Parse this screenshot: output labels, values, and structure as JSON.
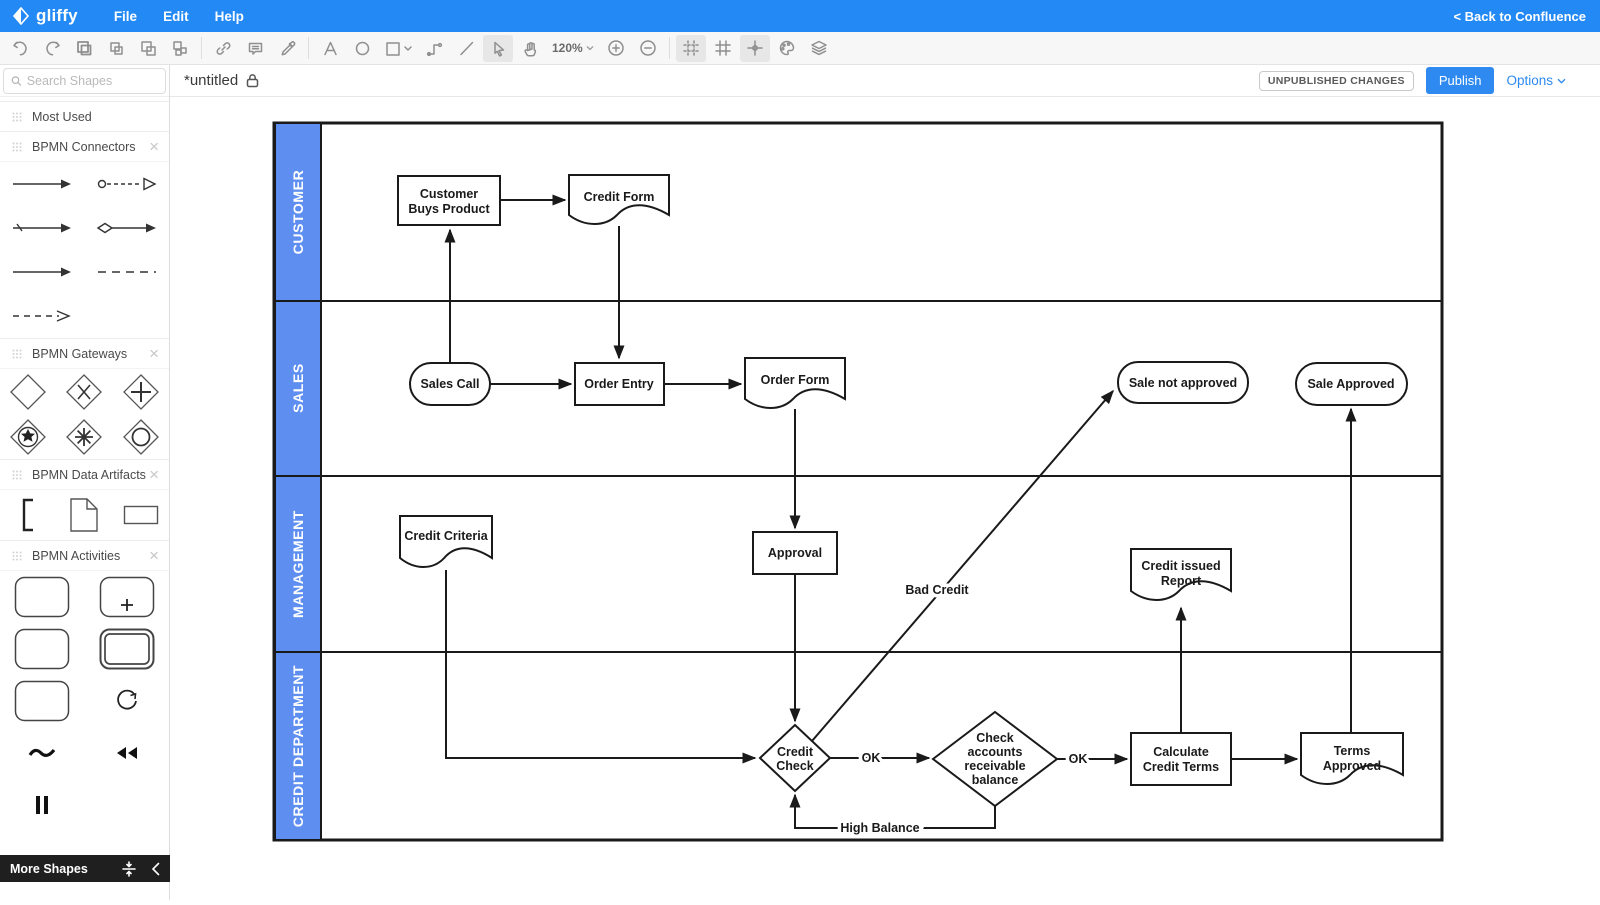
{
  "app": {
    "brand": "gliffy",
    "menus": {
      "file": "File",
      "edit": "Edit",
      "help": "Help"
    },
    "back_link": "< Back to Confluence"
  },
  "toolbar": {
    "zoom_level": "120%"
  },
  "title_bar": {
    "title": "*untitled",
    "status_badge": "UNPUBLISHED CHANGES",
    "publish_label": "Publish",
    "options_label": "Options"
  },
  "sidebar": {
    "search_placeholder": "Search Shapes",
    "sections": {
      "most_used": "Most Used",
      "connectors": "BPMN Connectors",
      "gateways": "BPMN Gateways",
      "artifacts": "BPMN Data Artifacts",
      "activities": "BPMN Activities"
    },
    "more_shapes": "More Shapes"
  },
  "colors": {
    "topbar_blue": "#2389f5",
    "accent_blue": "#2e8af0",
    "lane_header_blue": "#5d8ef0",
    "diagram_stroke": "#1a1a1a"
  },
  "diagram": {
    "lanes": [
      {
        "name": "CUSTOMER"
      },
      {
        "name": "SALES"
      },
      {
        "name": "MANAGEMENT"
      },
      {
        "name": "CREDIT DEPARTMENT"
      }
    ],
    "nodes": {
      "customer_buys_product": {
        "type": "process",
        "lane": "CUSTOMER",
        "lines": [
          "Customer",
          "Buys Product"
        ]
      },
      "credit_form": {
        "type": "document",
        "lane": "CUSTOMER",
        "lines": [
          "Credit Form"
        ]
      },
      "sales_call": {
        "type": "terminator",
        "lane": "SALES",
        "lines": [
          "Sales Call"
        ]
      },
      "order_entry": {
        "type": "process",
        "lane": "SALES",
        "lines": [
          "Order Entry"
        ]
      },
      "order_form": {
        "type": "document",
        "lane": "SALES",
        "lines": [
          "Order Form"
        ]
      },
      "sale_not_approved": {
        "type": "terminator",
        "lane": "SALES",
        "lines": [
          "Sale not approved"
        ]
      },
      "sale_approved": {
        "type": "terminator",
        "lane": "SALES",
        "lines": [
          "Sale Approved"
        ]
      },
      "credit_criteria": {
        "type": "document",
        "lane": "MANAGEMENT",
        "lines": [
          "Credit Criteria"
        ]
      },
      "approval": {
        "type": "process",
        "lane": "MANAGEMENT",
        "lines": [
          "Approval"
        ]
      },
      "credit_issued_report": {
        "type": "document",
        "lane": "MANAGEMENT",
        "lines": [
          "Credit issued",
          "Report"
        ]
      },
      "credit_check": {
        "type": "decision",
        "lane": "CREDIT DEPARTMENT",
        "lines": [
          "Credit",
          "Check"
        ]
      },
      "check_accounts": {
        "type": "decision",
        "lane": "CREDIT DEPARTMENT",
        "lines": [
          "Check",
          "accounts",
          "receivable",
          "balance"
        ]
      },
      "calculate_credit_terms": {
        "type": "process",
        "lane": "CREDIT DEPARTMENT",
        "lines": [
          "Calculate",
          "Credit Terms"
        ]
      },
      "terms_approved": {
        "type": "document",
        "lane": "CREDIT DEPARTMENT",
        "lines": [
          "Terms",
          "Approved"
        ]
      }
    },
    "edge_labels": {
      "ok1": "OK",
      "ok2": "OK",
      "bad_credit": "Bad Credit",
      "high_balance": "High Balance"
    },
    "edges": [
      {
        "from": "customer_buys_product",
        "to": "credit_form"
      },
      {
        "from": "sales_call",
        "to": "customer_buys_product"
      },
      {
        "from": "credit_form",
        "to": "order_entry"
      },
      {
        "from": "sales_call",
        "to": "order_entry"
      },
      {
        "from": "order_entry",
        "to": "order_form"
      },
      {
        "from": "order_form",
        "to": "approval"
      },
      {
        "from": "approval",
        "to": "credit_check"
      },
      {
        "from": "credit_check",
        "to": "check_accounts",
        "label": "OK"
      },
      {
        "from": "check_accounts",
        "to": "calculate_credit_terms",
        "label": "OK"
      },
      {
        "from": "calculate_credit_terms",
        "to": "terms_approved"
      },
      {
        "from": "terms_approved",
        "to": "sale_approved"
      },
      {
        "from": "calculate_credit_terms",
        "to": "credit_issued_report"
      },
      {
        "from": "credit_check",
        "to": "sale_not_approved",
        "label": "Bad Credit"
      },
      {
        "from": "check_accounts",
        "to": "credit_check",
        "label": "High Balance"
      },
      {
        "from": "credit_criteria",
        "to": "credit_check"
      }
    ]
  }
}
